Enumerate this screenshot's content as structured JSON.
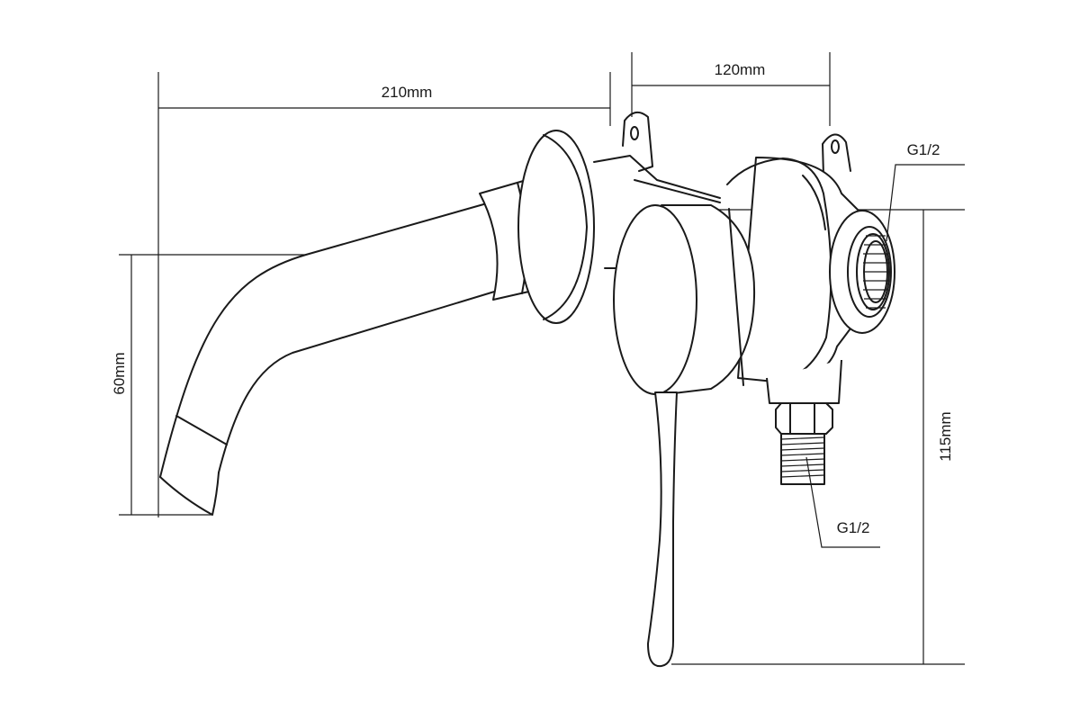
{
  "dimensions": {
    "spout_length": "210mm",
    "mount_spacing": "120mm",
    "spout_height": "60mm",
    "lever_height": "115mm"
  },
  "threads": {
    "side_outlet": "G1/2",
    "bottom_inlet": "G1/2"
  },
  "colors": {
    "line": "#1a1a1a",
    "background": "#ffffff"
  }
}
